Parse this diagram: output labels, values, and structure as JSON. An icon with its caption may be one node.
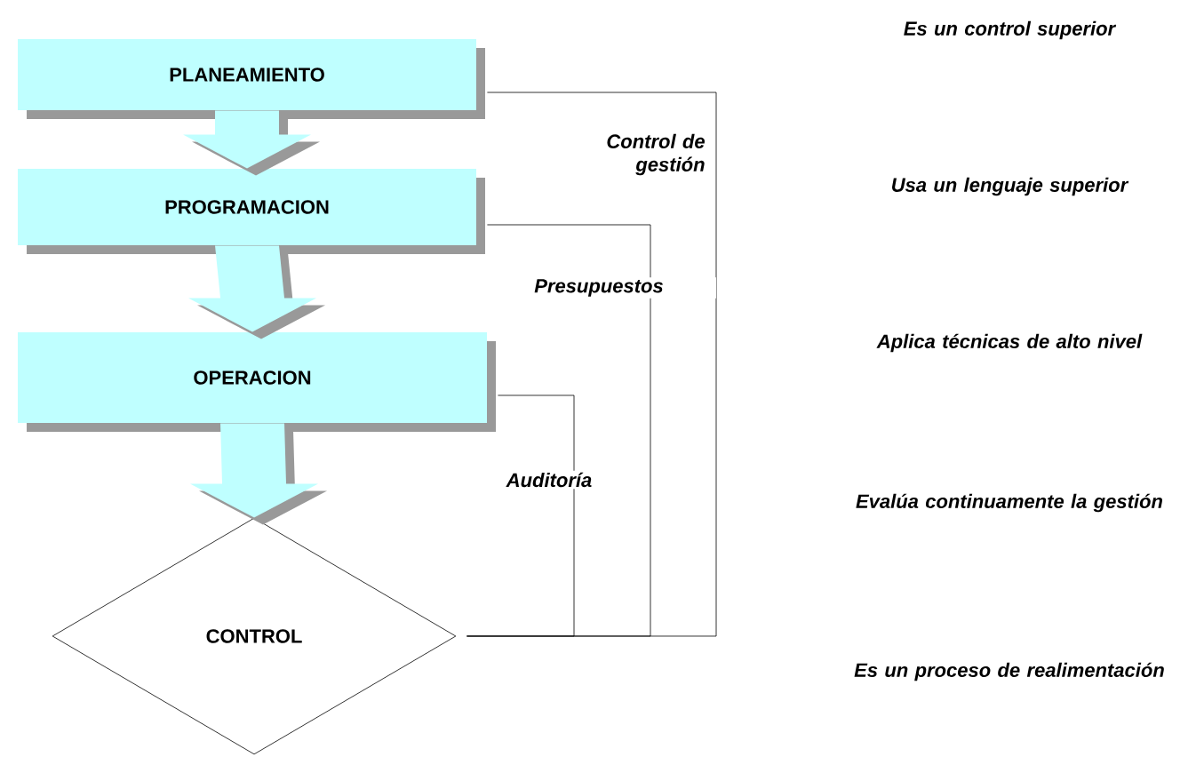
{
  "diagram": {
    "nodes": [
      {
        "text": [
          "PLANEAMIENTO"
        ]
      },
      {
        "text": [
          "PROGRAMACION"
        ]
      },
      {
        "text": [
          "OPERACION"
        ]
      },
      {
        "text": [
          "CONTROL"
        ]
      }
    ],
    "edges": [
      {
        "from": 0,
        "to": 1,
        "arrow": "to",
        "style": "thick"
      },
      {
        "from": 1,
        "to": 2,
        "arrow": "to",
        "style": "thick"
      },
      {
        "from": 2,
        "to": 3,
        "arrow": "to",
        "style": "thick"
      },
      {
        "from": 0,
        "to": 3,
        "arrow": "none",
        "label": "Control de gestión",
        "color": "#000000"
      },
      {
        "from": 1,
        "to": 3,
        "arrow": "none",
        "label": "Presupuestos",
        "color": "#000000"
      },
      {
        "from": 2,
        "to": 3,
        "arrow": "none",
        "label": "Auditoría",
        "color": "#000000"
      }
    ],
    "labels": [
      "Es un control superior",
      "Usa un lenguaje superior",
      "Aplica técnicas de alto nivel",
      "Evalúa continuamente la gestión",
      "Es un proceso de realimentación"
    ]
  }
}
